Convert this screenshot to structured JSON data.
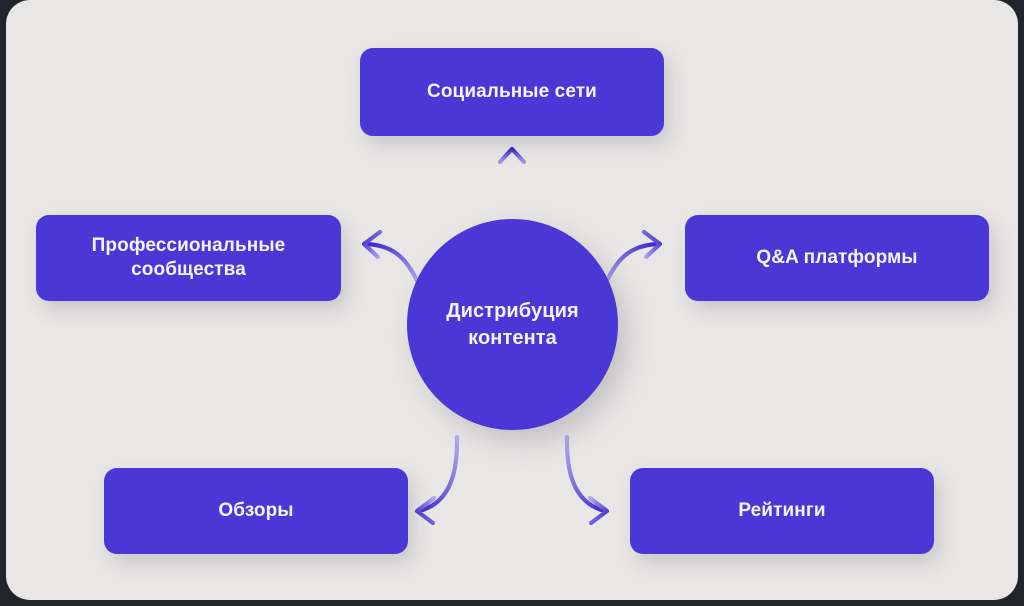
{
  "diagram": {
    "title": "Дистрибуция контента",
    "background_color": "#22242c",
    "canvas_color": "#e9e7e5",
    "node_color": "#4a37d6",
    "node_text_color": "#f4f3fb",
    "arrow_color_dark": "#3a23c8",
    "arrow_color_light": "#a79ceb",
    "hub": {
      "label": "Дистрибуция контента",
      "line1": "Дистрибуция",
      "line2": "контента"
    },
    "nodes": [
      {
        "id": "social",
        "label": "Социальные сети",
        "position": "top"
      },
      {
        "id": "prof",
        "label": "Профессиональные сообщества",
        "line1": "Профессиональные",
        "line2": "сообщества",
        "position": "left"
      },
      {
        "id": "qa",
        "label": "Q&A платформы",
        "position": "right"
      },
      {
        "id": "reviews",
        "label": "Обзоры",
        "position": "bottom-left"
      },
      {
        "id": "ratings",
        "label": "Рейтинги",
        "position": "bottom-right"
      }
    ],
    "arrows": [
      {
        "id": "arrow-up",
        "from": "hub",
        "to": "social",
        "shape": "straight-vertical"
      },
      {
        "id": "arrow-upper-left",
        "from": "hub",
        "to": "prof",
        "shape": "curved"
      },
      {
        "id": "arrow-upper-right",
        "from": "hub",
        "to": "qa",
        "shape": "curved"
      },
      {
        "id": "arrow-lower-left",
        "from": "hub",
        "to": "reviews",
        "shape": "curved"
      },
      {
        "id": "arrow-lower-right",
        "from": "hub",
        "to": "ratings",
        "shape": "curved"
      }
    ]
  }
}
